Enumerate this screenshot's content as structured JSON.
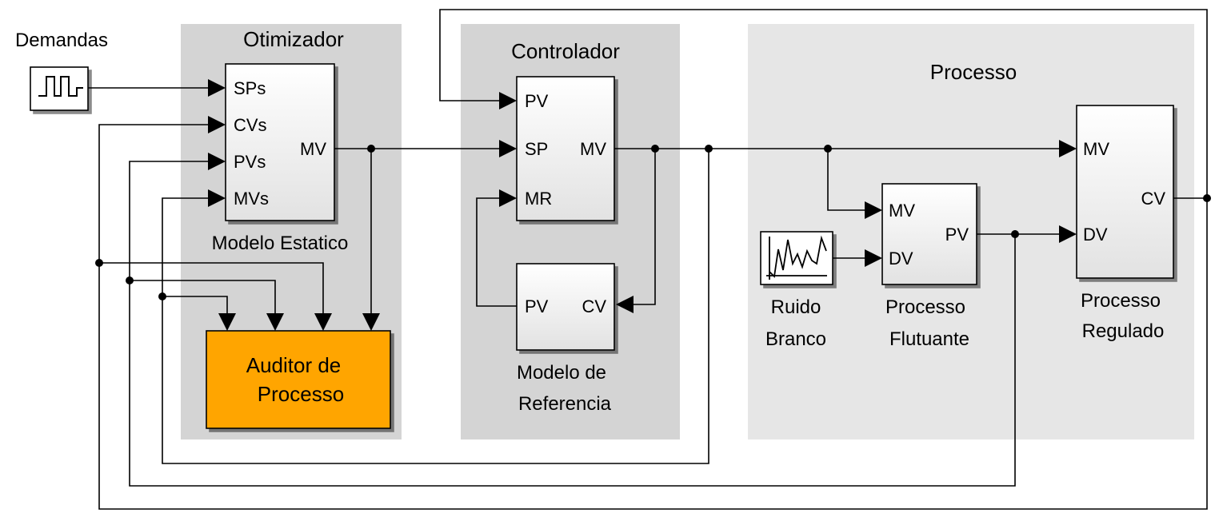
{
  "demandas": {
    "label": "Demandas"
  },
  "otimizador": {
    "title": "Otimizador",
    "block_label": "Modelo Estatico",
    "ports": {
      "in1": "SPs",
      "in2": "CVs",
      "in3": "PVs",
      "in4": "MVs",
      "out": "MV"
    }
  },
  "auditor": {
    "line1": "Auditor de",
    "line2": "Processo",
    "color": "#FFA500"
  },
  "controlador": {
    "title": "Controlador",
    "ports": {
      "in1": "PV",
      "in2": "SP",
      "in3": "MR",
      "out": "MV"
    }
  },
  "modelo_referencia": {
    "line1": "Modelo de",
    "line2": "Referencia",
    "ports": {
      "in": "CV",
      "out": "PV"
    }
  },
  "processo": {
    "title": "Processo",
    "ruido": {
      "line1": "Ruido",
      "line2": "Branco"
    },
    "flutuante": {
      "line1": "Processo",
      "line2": "Flutuante",
      "ports": {
        "in1": "MV",
        "in2": "DV",
        "out": "PV"
      }
    },
    "regulado": {
      "line1": "Processo",
      "line2": "Regulado",
      "ports": {
        "in1": "MV",
        "in2": "DV",
        "out": "CV"
      }
    }
  },
  "colors": {
    "panel": "#D4D4D4",
    "process_panel": "#E6E6E6",
    "auditor": "#FFA500"
  }
}
